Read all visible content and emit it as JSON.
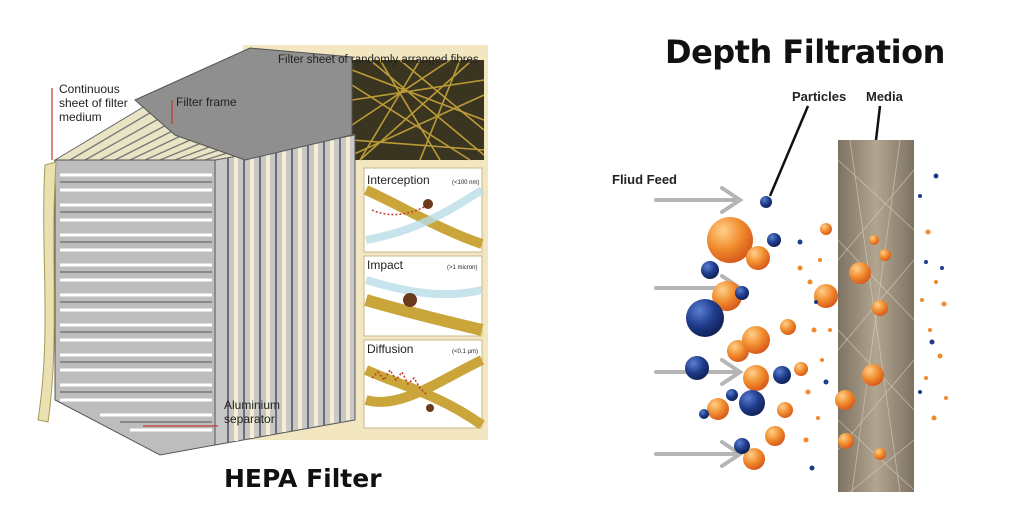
{
  "hepa": {
    "caption": "HEPA Filter",
    "labels": {
      "continuous_sheet": [
        "Continuous",
        "sheet of filter",
        "medium"
      ],
      "filter_frame": "Filter frame",
      "filter_sheet": "Filter sheet of randomly arranged fibres",
      "aluminium_separator": [
        "Aluminium",
        "separator"
      ]
    },
    "mechanisms": [
      {
        "title": "Interception",
        "size_note": "(<100 nm)"
      },
      {
        "title": "Impact",
        "size_note": "(>1 micron)"
      },
      {
        "title": "Diffusion",
        "size_note": "(<0.1 µm)"
      }
    ],
    "colors": {
      "panel_bg": "#f3e7c2",
      "frame": "#8f8f8f",
      "fibre": "#c9a53a",
      "arrow": "#b9dce6",
      "particle_red": "#c0392b"
    }
  },
  "depth": {
    "title": "Depth Filtration",
    "labels": {
      "fluid_feed": "Fliud Feed",
      "particles": "Particles",
      "media": "Media"
    },
    "colors": {
      "orange": "#f08a2c",
      "blue": "#1f3c8a",
      "arrow": "#b5b5b5",
      "media": "#9b8e7e"
    }
  }
}
